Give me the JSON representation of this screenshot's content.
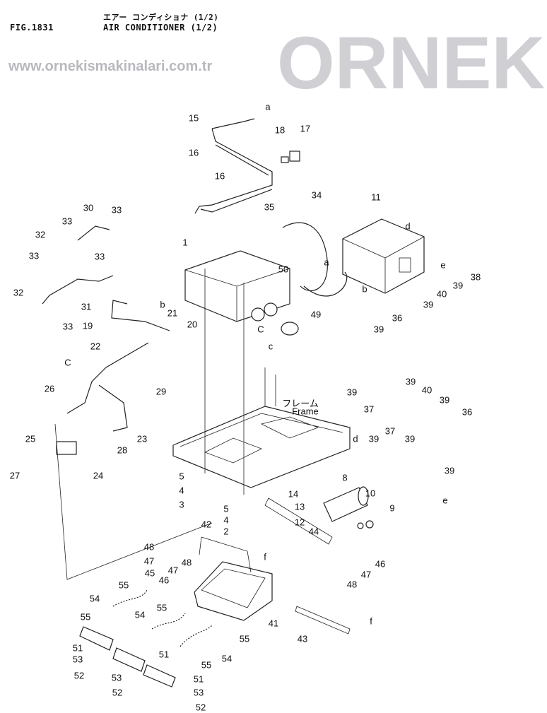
{
  "header": {
    "figure": "FIG.1831",
    "title_jp": "エアー コンディショナ (1/2)",
    "title_en": "AIR CONDITIONER (1/2)"
  },
  "watermark": {
    "brand": "ORNEK",
    "url": "www.ornekismakinalari.com.tr"
  },
  "frame_label": {
    "jp": "フレーム",
    "en": "Frame"
  },
  "callouts": [
    "15",
    "16",
    "16",
    "18",
    "17",
    "a",
    "30",
    "33",
    "33",
    "32",
    "33",
    "1",
    "34",
    "35",
    "11",
    "d",
    "a",
    "50",
    "e",
    "38",
    "40",
    "39",
    "39",
    "33",
    "32",
    "33",
    "31",
    "19",
    "b",
    "21",
    "20",
    "b",
    "49",
    "C",
    "c",
    "36",
    "39",
    "22",
    "C",
    "26",
    "29",
    "39",
    "37",
    "40",
    "39",
    "39",
    "36",
    "d",
    "39",
    "37",
    "39",
    "25",
    "28",
    "23",
    "24",
    "27",
    "39",
    "e",
    "8",
    "5",
    "4",
    "3",
    "14",
    "13",
    "12",
    "10",
    "9",
    "5",
    "4",
    "2",
    "42",
    "44",
    "48",
    "47",
    "45",
    "47",
    "48",
    "46",
    "46",
    "47",
    "48",
    "f",
    "f",
    "55",
    "54",
    "55",
    "55",
    "54",
    "41",
    "43",
    "55",
    "51",
    "53",
    "52",
    "51",
    "55",
    "54",
    "53",
    "52",
    "51",
    "53",
    "52"
  ]
}
